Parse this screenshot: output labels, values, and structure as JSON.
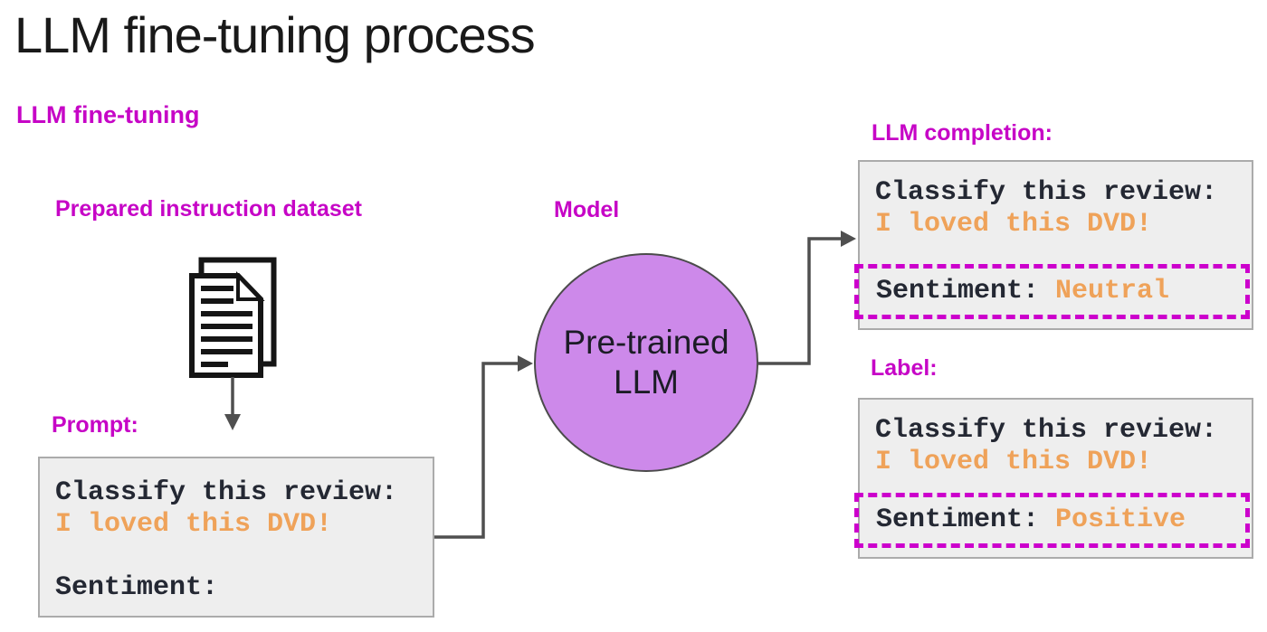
{
  "title": "LLM fine-tuning process",
  "subtitle": "LLM fine-tuning",
  "colors": {
    "heading_magenta": "#C605C6",
    "dashed_outline_magenta": "#CC00CC",
    "code_orange": "#EFA259",
    "code_dark": "#242833",
    "node_fill": "#CD89EA",
    "node_border": "#4B4B4B",
    "box_background": "#EEEEEE",
    "box_border": "#ABABAB",
    "arrow_gray": "#4F4F4F"
  },
  "dataset": {
    "label": "Prepared instruction dataset",
    "icon": "documents-icon"
  },
  "prompt": {
    "label": "Prompt:",
    "instruction": "Classify this review:",
    "review": "I loved this DVD!",
    "sentiment_prefix": "Sentiment:"
  },
  "model": {
    "label": "Model",
    "node_line1": "Pre-trained",
    "node_line2": "LLM"
  },
  "completion": {
    "label": "LLM completion:",
    "instruction": "Classify this review:",
    "review": "I loved this DVD!",
    "sentiment_prefix": "Sentiment:",
    "sentiment_value": "Neutral"
  },
  "label_output": {
    "label": "Label:",
    "instruction": "Classify this review:",
    "review": "I loved this DVD!",
    "sentiment_prefix": "Sentiment:",
    "sentiment_value": "Positive"
  }
}
